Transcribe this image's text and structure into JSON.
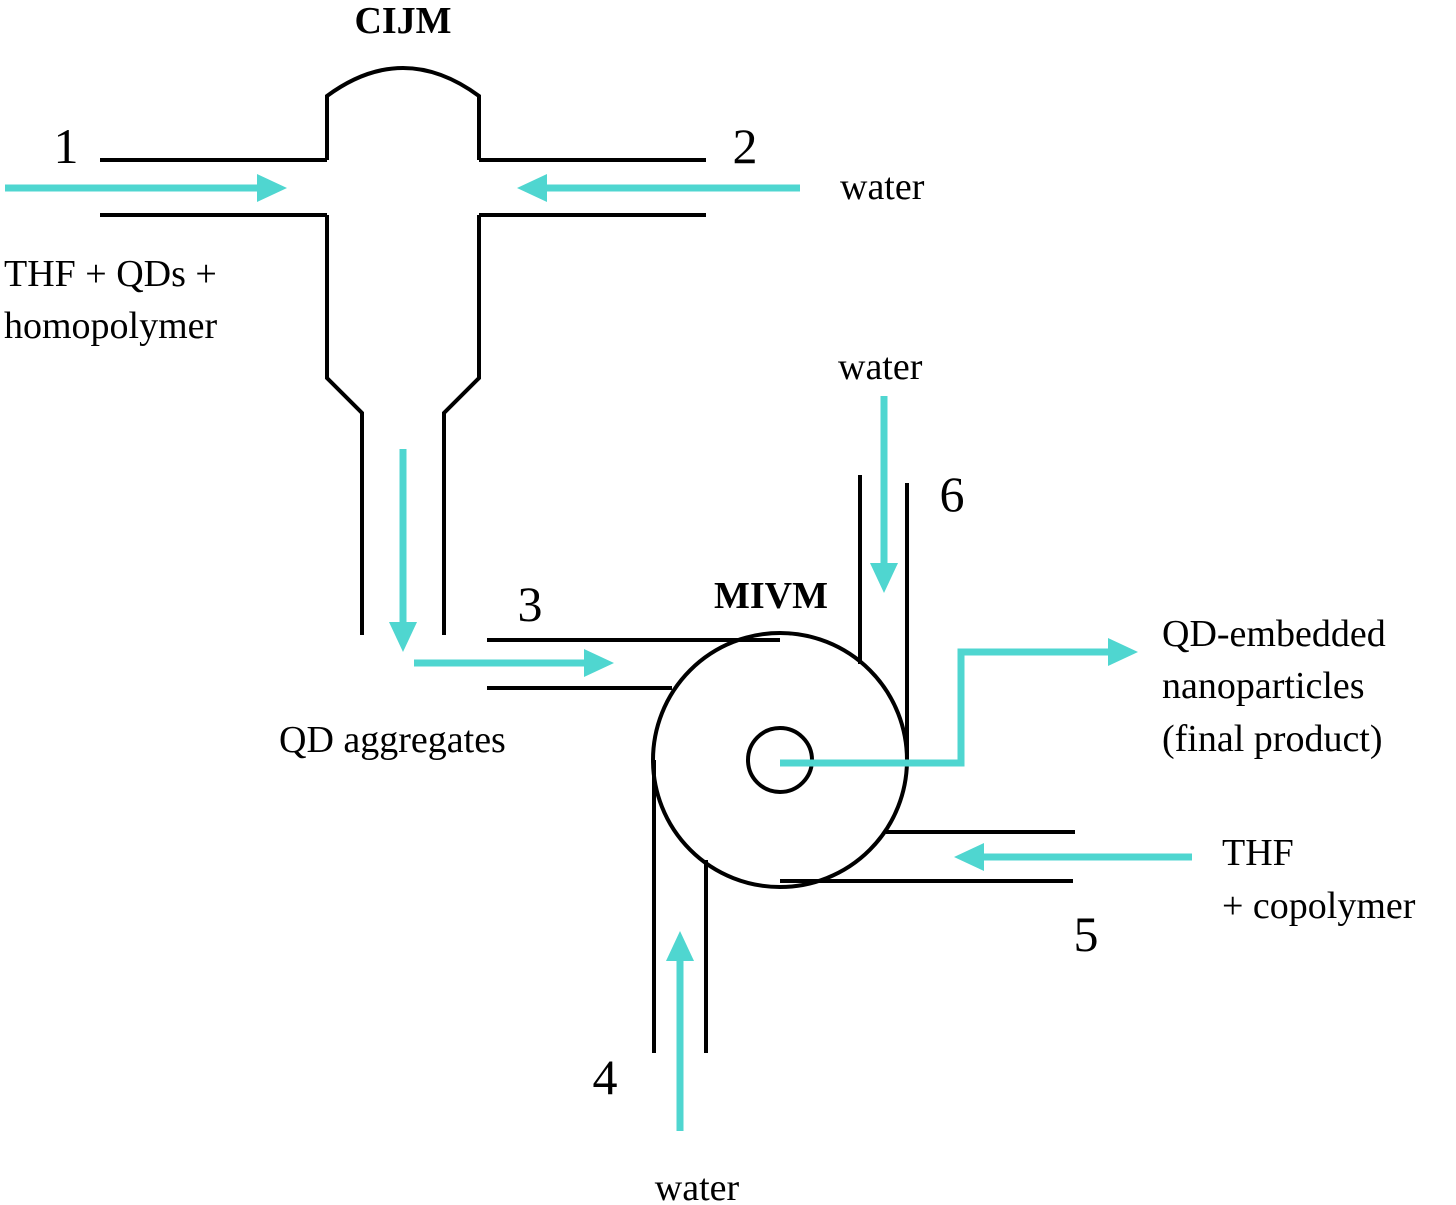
{
  "colors": {
    "flow": "#4fd6d0",
    "pipe": "#000000",
    "background": "#ffffff"
  },
  "labels": {
    "cijm": "CIJM",
    "mivm": "MIVM",
    "stream1": "1",
    "stream2": "2",
    "stream3": "3",
    "stream4": "4",
    "stream5": "5",
    "stream6": "6",
    "inlet1_line1": "THF + QDs +",
    "inlet1_line2": "homopolymer",
    "inlet2": "water",
    "inlet6": "water",
    "inlet4": "water",
    "outlet3": "QD aggregates",
    "product_line1": "QD-embedded",
    "product_line2": "nanoparticles",
    "product_line3": "(final product)",
    "inlet5_line1": "THF",
    "inlet5_line2": "+ copolymer"
  }
}
